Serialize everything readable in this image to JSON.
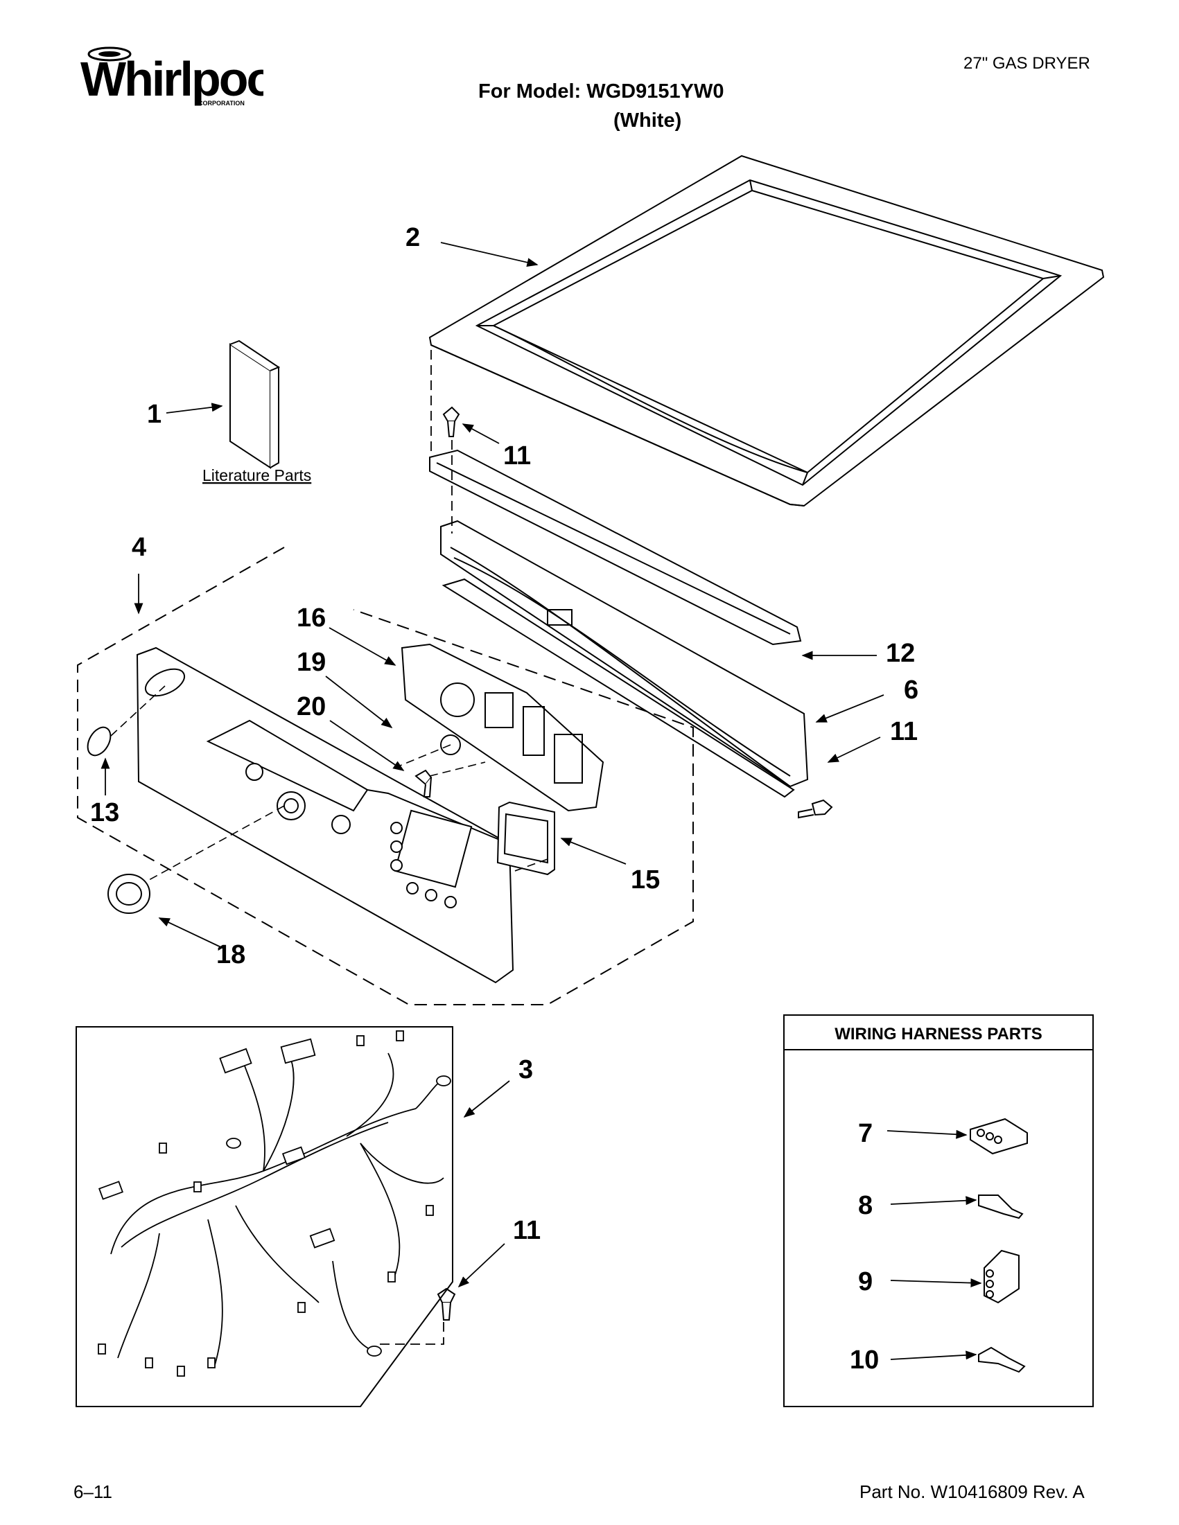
{
  "brand": {
    "name": "Whirlpool",
    "sub": "CORPORATION"
  },
  "header": {
    "product": "27\" GAS DRYER",
    "model_line": "For Model: WGD9151YW0",
    "color_line": "(White)"
  },
  "literature_label": "Literature Parts",
  "harness_box_title": "WIRING HARNESS PARTS",
  "callouts": [
    "1",
    "2",
    "3",
    "4",
    "6",
    "7",
    "8",
    "9",
    "10",
    "11",
    "11",
    "11",
    "12",
    "13",
    "15",
    "16",
    "18",
    "19",
    "20"
  ],
  "footer": {
    "left": "6–11",
    "right": "Part No. W10416809 Rev. A"
  }
}
